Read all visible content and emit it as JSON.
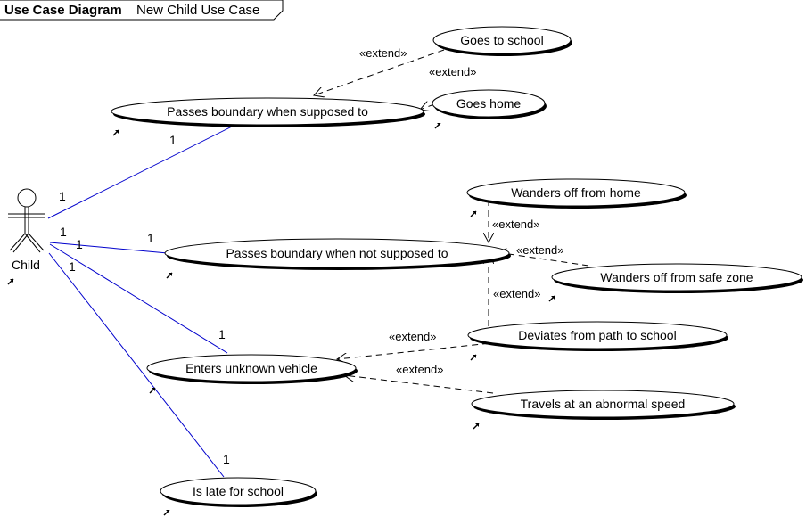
{
  "frame": {
    "kind": "Use Case Diagram",
    "name": "New Child Use Case"
  },
  "actor": {
    "name": "Child"
  },
  "use_cases": {
    "goes_to_school": "Goes to school",
    "goes_home": "Goes home",
    "passes_supposed": "Passes boundary when supposed to",
    "wanders_home": "Wanders off from home",
    "passes_not_supposed": "Passes boundary when not supposed to",
    "wanders_safe": "Wanders off from safe zone",
    "deviates": "Deviates from path to school",
    "enters_vehicle": "Enters unknown vehicle",
    "abnormal_speed": "Travels at an abnormal speed",
    "late_school": "Is late for school"
  },
  "stereotype": "«extend»",
  "multiplicity": "1",
  "colors": {
    "association": "#0000cc",
    "dependency": "#000000",
    "use_case_fill": "#ffffff",
    "shadow": "#000000"
  }
}
